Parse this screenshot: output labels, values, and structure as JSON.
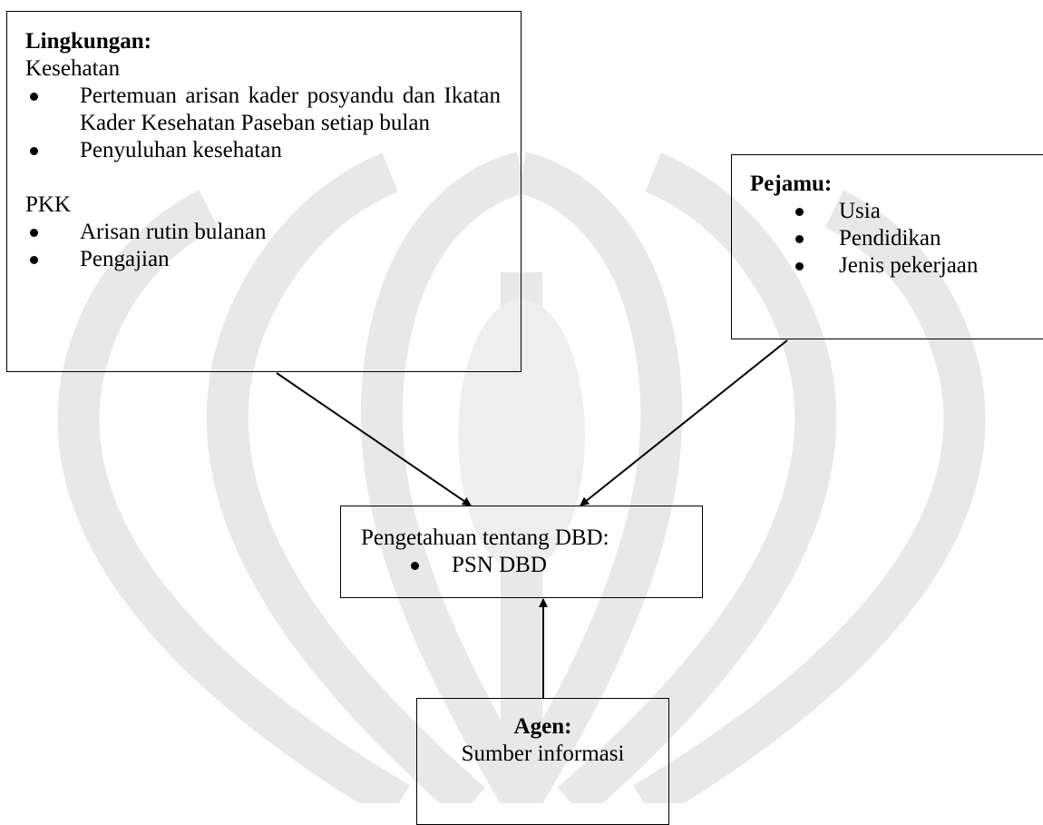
{
  "lingkungan": {
    "title": "Lingkungan:",
    "group1_label": "Kesehatan",
    "group1_items": [
      "Pertemuan arisan kader posyandu dan Ikatan Kader Kesehatan Paseban setiap bulan",
      "Penyuluhan kesehatan"
    ],
    "group2_label": "PKK",
    "group2_items": [
      "Arisan rutin bulanan",
      "Pengajian"
    ]
  },
  "pejamu": {
    "title": "Pejamu:",
    "items": [
      "Usia",
      "Pendidikan",
      "Jenis pekerjaan"
    ]
  },
  "pengetahuan": {
    "title": "Pengetahuan tentang DBD:",
    "items": [
      "PSN DBD"
    ]
  },
  "agen": {
    "title": "Agen:",
    "subtitle": "Sumber informasi"
  },
  "colors": {
    "line": "#000000",
    "watermark": "#e6e6e6"
  }
}
